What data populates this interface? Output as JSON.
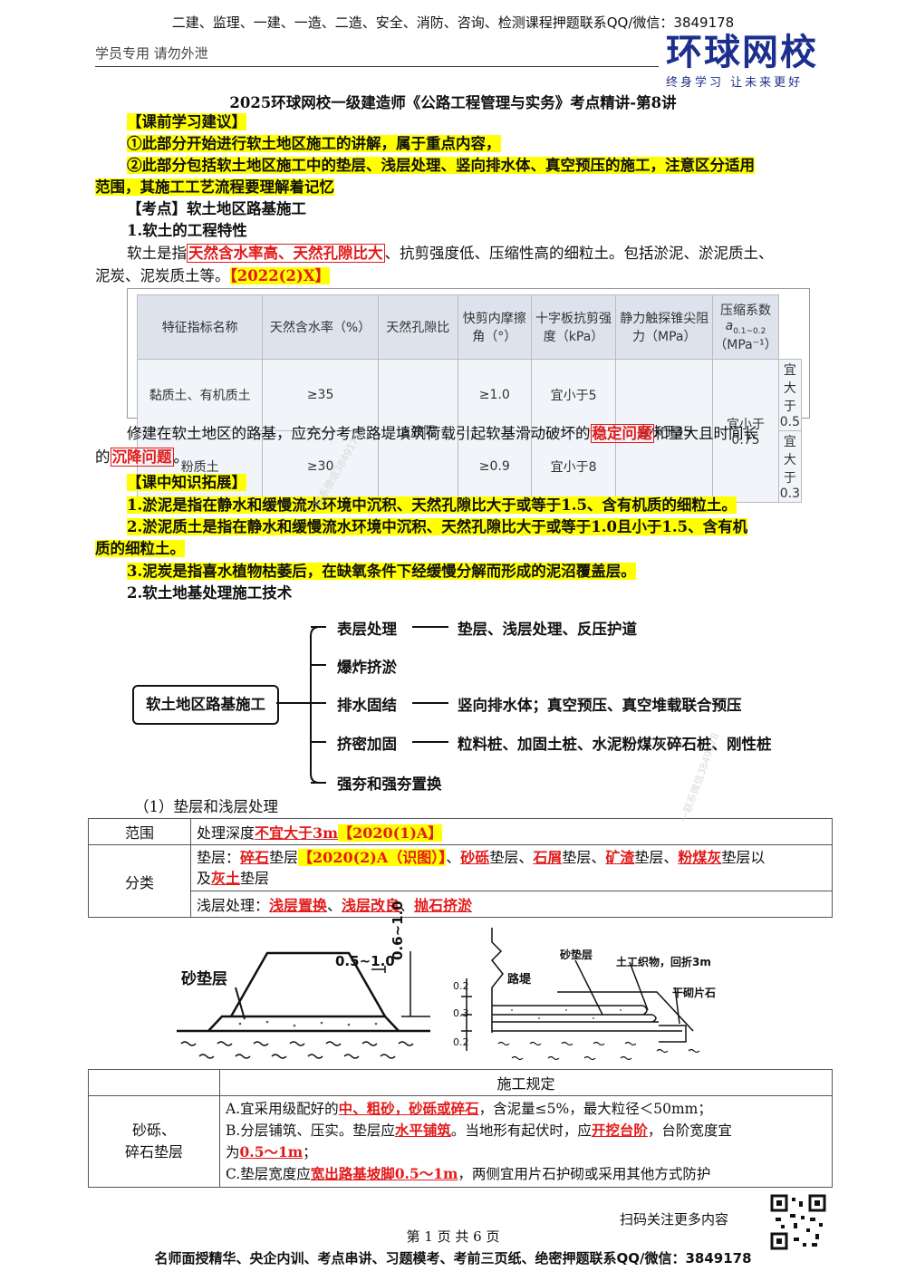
{
  "header": {
    "promo_top": "二建、监理、一建、一造、二造、安全、消防、咨询、检测课程押题联系QQ/微信：3849178",
    "note": "学员专用 请勿外泄",
    "logo_text": "环球网校",
    "logo_slogan": "终身学习 让未来更好"
  },
  "doc_title": "2025环球网校一级建造师《公路工程管理与实务》考点精讲-第8讲",
  "pre_study": {
    "heading": "【课前学习建议】",
    "item1": "①此部分开始进行软土地区施工的讲解，属于重点内容，",
    "item2a": "②此部分包括软土地区施工中的垫层、浅层处理、竖向排水体、真空预压的施工，注意区分适用",
    "item2b": "范围，其施工工艺流程要理解着记忆"
  },
  "point": {
    "heading": "【考点】软土地区路基施工",
    "sub1": "1.软土的工程特性",
    "p1_a": "软土是指",
    "p1_key": "天然含水率高、天然孔隙比大",
    "p1_b": "、抗剪强度低、压缩性高的细粒土。包括淤泥、淤泥质土、",
    "p1_c": "泥炭、泥炭质土等。",
    "p1_tag": "【2022(2)X】"
  },
  "soil_table": {
    "headers": [
      "特征指标名称",
      "天然含水率（%）",
      "天然孔隙比",
      "快剪内摩擦角（°）",
      "十字板抗剪强度（kPa）",
      "静力触探锥尖阻力（MPa）",
      "压缩系数"
    ],
    "compress_sub": "a",
    "compress_sub2": "0.1~0.2",
    "compress_unit": "（MPa⁻¹）",
    "rows": [
      [
        "黏质土、有机质土",
        "≥35",
        "≥液限",
        "≥1.0",
        "宜小于5",
        "宜小于35",
        "宜小于0.75",
        "宜大于0.5"
      ],
      [
        "粉质土",
        "≥30",
        "",
        "≥0.9",
        "宜小于8",
        "",
        "",
        "宜大于0.3"
      ]
    ]
  },
  "p2": {
    "a": "修建在软土地区的路基，应充分考虑路堤填筑荷载引起软基滑动破坏的",
    "k1": "稳定问题",
    "b": "和量大且时间长",
    "c": "的",
    "k2": "沉降问题",
    "d": "。"
  },
  "expand": {
    "heading": "【课中知识拓展】",
    "l1": "1.淤泥是指在静水和缓慢流水环境中沉积、天然孔隙比大于或等于1.5、含有机质的细粒土。",
    "l2a": "2.淤泥质土是指在静水和缓慢流水环境中沉积、天然孔隙比大于或等于1.0且小于1.5、含有机",
    "l2b": "质的细粒土。",
    "l3": "3.泥炭是指喜水植物枯萎后，在缺氧条件下经缓慢分解而形成的泥沼覆盖层。"
  },
  "sub2": "2.软土地基处理施工技术",
  "mindmap": {
    "root": "软土地区路基施工",
    "branches": [
      {
        "name": "表层处理",
        "detail": "垫层、浅层处理、反压护道"
      },
      {
        "name": "爆炸挤淤",
        "detail": ""
      },
      {
        "name": "排水固结",
        "detail": "竖向排水体；真空预压、真空堆载联合预压"
      },
      {
        "name": "挤密加固",
        "detail": "粒料桩、加固土桩、水泥粉煤灰碎石桩、刚性桩"
      },
      {
        "name": "强夯和强夯置换",
        "detail": ""
      }
    ]
  },
  "sub3": "（1）垫层和浅层处理",
  "gt_table": {
    "r1_label": "范围",
    "r1_a": "处理深度",
    "r1_key": "不宜大于3m",
    "r1_tag": "【2020(1)A】",
    "r2_label": "分类",
    "r2_a": "垫层：",
    "r2_k1": "碎石",
    "r2_b": "垫层",
    "r2_tag": "【2020(2)A（识图）】",
    "r2_c": "、",
    "r2_k2": "砂砾",
    "r2_d": "垫层、",
    "r2_k3": "石屑",
    "r2_e": "垫层、",
    "r2_k4": "矿渣",
    "r2_f": "垫层、",
    "r2_k5": "粉煤灰",
    "r2_g": "垫层以",
    "r2_h": "及",
    "r2_k6": "灰土",
    "r2_i": "垫层",
    "r3_a": "浅层处理：",
    "r3_k1": "浅层置换",
    "r3_sep1": "、",
    "r3_k2": "浅层改良",
    "r3_sep2": "、",
    "r3_k3": "抛石挤淤"
  },
  "figure1": {
    "label": "砂垫层",
    "dim1": "0.5~1.0",
    "dim2": "0.6~1.0"
  },
  "figure2": {
    "l1": "砂垫层",
    "l2": "土工织物，回折3m",
    "l3": "路堤",
    "l4": "干砌片石",
    "d1": "0.2",
    "d2": "0.3",
    "d3": "0.2"
  },
  "rule_table": {
    "header": "施工规定",
    "label_a": "砂砾、",
    "label_b": "碎石垫层",
    "a1": "A.宜采用级配好的",
    "ak": "中、粗砂，砂砾或碎石",
    "a2": "，含泥量≤5%，最大粒径＜50mm；",
    "b1": "B.分层铺筑、压实。垫层应",
    "bk1": "水平铺筑",
    "b2": "。当地形有起伏时，应",
    "bk2": "开挖台阶",
    "b3": "，台阶宽度宜",
    "b4": "为",
    "bk3": "0.5～1m",
    "b5": "；",
    "c1": "C.垫层宽度应",
    "ck": "宽出路基坡脚0.5～1m",
    "c2": "，两侧宜用片石护砌或采用其他方式防护"
  },
  "qr_caption": "扫码关注更多内容",
  "page_num": "第 1 页 共 6 页",
  "footer": "名师面授精华、央企内训、考点串讲、习题模考、考前三页纸、绝密押题联系QQ/微信：3849178",
  "watermark": "一联系微信3849178",
  "watermark2": "一联系微信3849178"
}
